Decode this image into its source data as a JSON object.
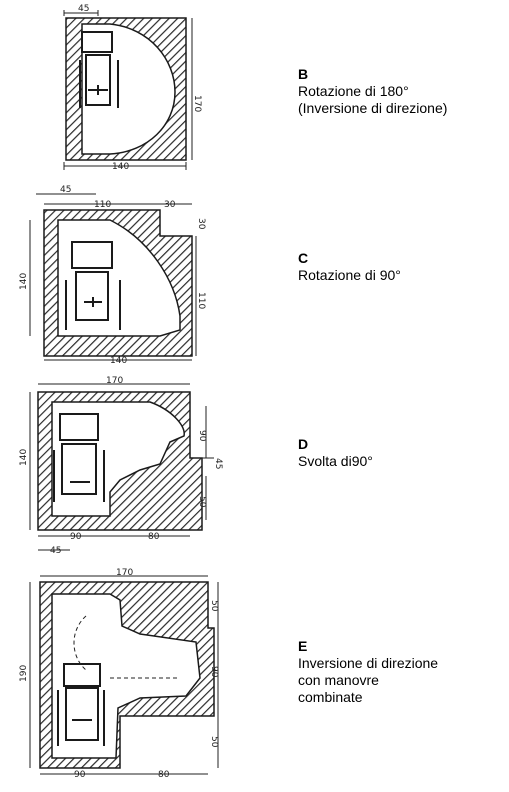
{
  "diagrams": [
    {
      "id": "B",
      "letter": "B",
      "lines": [
        "Rotazione di 180°",
        "(Inversione di direzione)"
      ],
      "dimensions": {
        "top": "45",
        "right": "170",
        "bottom": "140"
      }
    },
    {
      "id": "C",
      "letter": "C",
      "lines": [
        "Rotazione di 90°"
      ],
      "dimensions": {
        "top_left": "45",
        "top_mid": "110",
        "top_right": "30",
        "right_top": "30",
        "left": "140",
        "right": "110",
        "bottom": "140"
      }
    },
    {
      "id": "D",
      "letter": "D",
      "lines": [
        "Svolta di90°"
      ],
      "dimensions": {
        "top": "170",
        "left": "140",
        "right_top": "90",
        "right_small": "45",
        "right_bottom": "50",
        "bottom_left": "90",
        "bottom_right": "80",
        "bottom_small": "45"
      }
    },
    {
      "id": "E",
      "letter": "E",
      "lines": [
        "Inversione di direzione",
        "con manovre",
        "combinate"
      ],
      "dimensions": {
        "top": "170",
        "left": "190",
        "right_top": "50",
        "right_mid": "90",
        "right_bottom": "50",
        "bottom_left": "90",
        "bottom_right": "80"
      }
    }
  ],
  "colors": {
    "ink": "#1a1a1a",
    "hatch": "#3a3a3a",
    "background": "#ffffff"
  }
}
